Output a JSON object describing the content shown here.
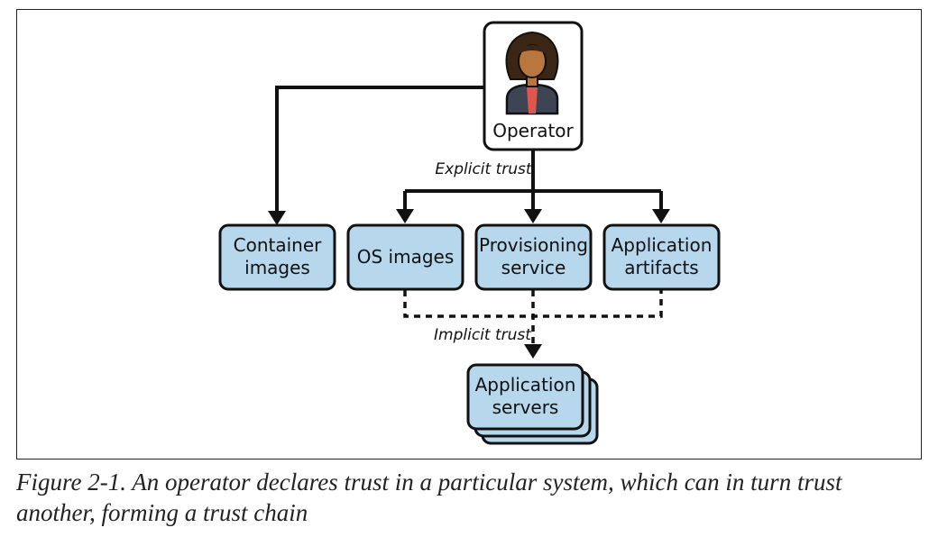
{
  "diagram": {
    "operator_label": "Operator",
    "explicit_trust_label": "Explicit trust",
    "implicit_trust_label": "Implicit trust",
    "nodes": {
      "container_images": [
        "Container",
        "images"
      ],
      "os_images": [
        "OS images"
      ],
      "provisioning_service": [
        "Provisioning",
        "service"
      ],
      "application_artifacts": [
        "Application",
        "artifacts"
      ],
      "application_servers": [
        "Application",
        "servers"
      ]
    },
    "colors": {
      "node_fill": "#b7d7ec",
      "node_stroke": "#111111",
      "skin": "#b9773f",
      "hair": "#3b2616",
      "jacket": "#3d4554",
      "shirt": "#e0564d"
    }
  },
  "caption": "Figure 2-1. An operator declares trust in a particular system, which can in turn trust another, forming a trust chain"
}
